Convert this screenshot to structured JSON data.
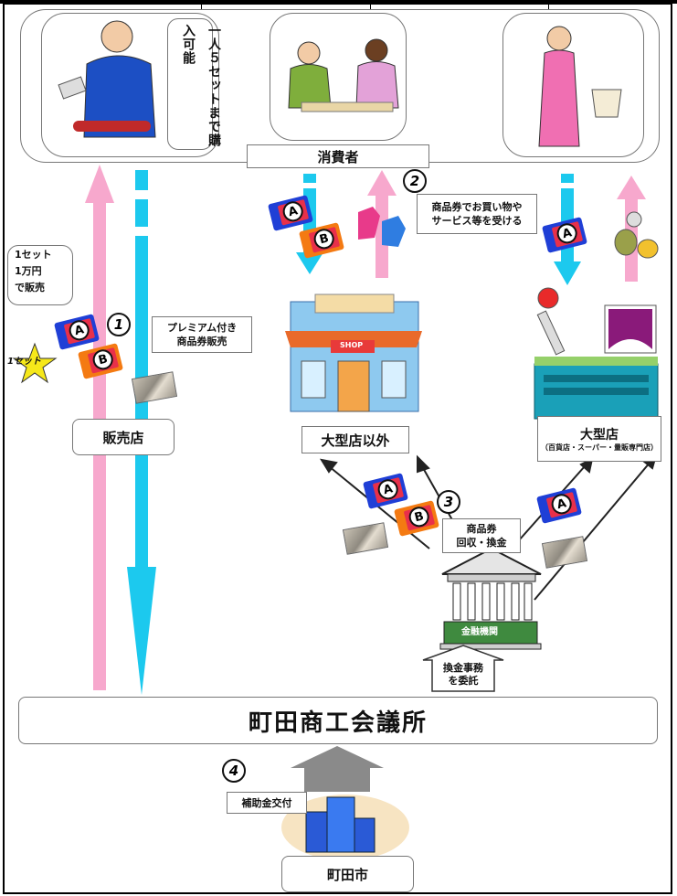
{
  "consumer": {
    "label": "消費者"
  },
  "shop_seller": {
    "label": "販売店"
  },
  "small_store": {
    "label": "大型店以外",
    "sign": "SHOP"
  },
  "large_store": {
    "label": "大型店",
    "sublabel": "（百貨店・スーパー・量販専門店）"
  },
  "bank": {
    "label": "金融機関"
  },
  "chamber": {
    "label": "町田商工会議所"
  },
  "city": {
    "label": "町田市"
  },
  "notes": {
    "purchase_limit": "一人５セットまで購入可能",
    "set_price_line1": "1セット",
    "set_price_line2": "1万円",
    "set_price_line3": "で販売",
    "star": "1セット",
    "premium_sale_line1": "プレミアム付き",
    "premium_sale_line2": "商品券販売",
    "shopping_line1": "商品券でお買い物や",
    "shopping_line2": "サービス等を受ける",
    "collect_line1": "商品券",
    "collect_line2": "回収・換金",
    "entrust_line1": "換金事務",
    "entrust_line2": "を委託",
    "subsidy": "補助金交付"
  },
  "steps": [
    "1",
    "2",
    "3",
    "4"
  ],
  "tickets": {
    "a": "A",
    "b": "B"
  },
  "colors": {
    "pink": "#f7a8cd",
    "cyan": "#1cc9ee",
    "gray_arrow": "#8a8a8a",
    "ticket_a": "#1f3fd6",
    "ticket_b": "#f47a12"
  }
}
